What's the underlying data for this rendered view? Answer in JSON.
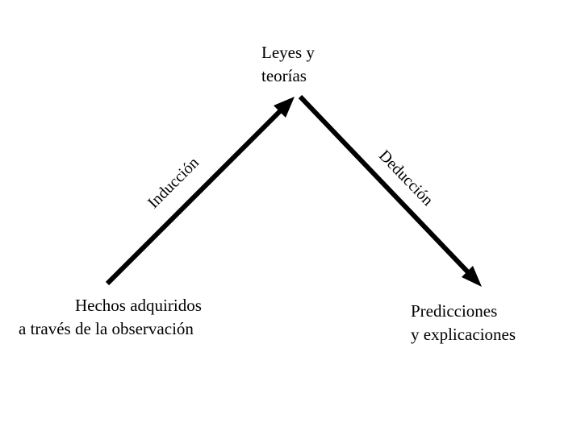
{
  "diagram": {
    "top_label": {
      "line1": "Leyes y",
      "line2": "teorías"
    },
    "left_label": {
      "line1": "Hechos adquiridos",
      "line2": "a través de la observación"
    },
    "right_label": {
      "line1": "Predicciones",
      "line2": "y explicaciones"
    },
    "arrows": [
      {
        "name": "induccion",
        "label": "Inducción",
        "direction": "bottom-left to top"
      },
      {
        "name": "deduccion",
        "label": "Deducción",
        "direction": "top to bottom-right"
      }
    ],
    "colors": {
      "background": "#ffffff",
      "text": "#000000",
      "arrow": "#000000"
    }
  }
}
